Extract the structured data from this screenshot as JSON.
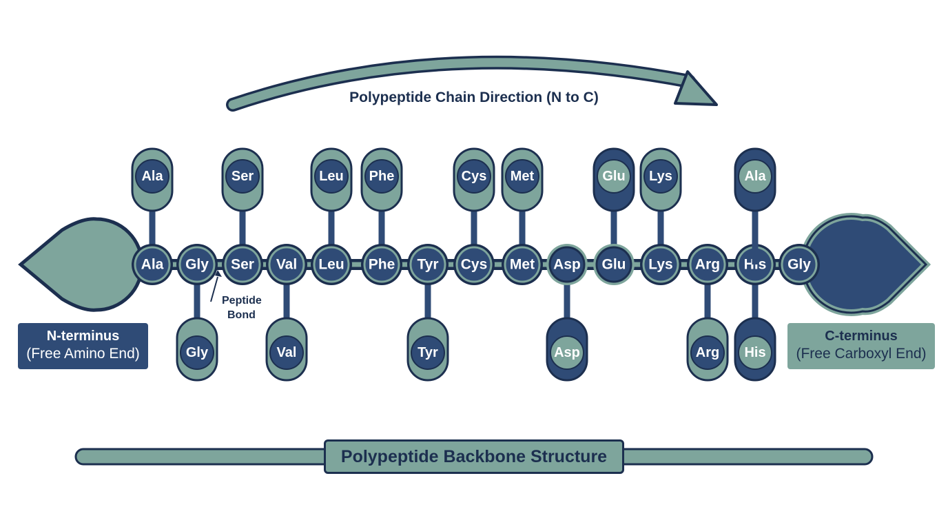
{
  "direction_label": "Polypeptide Chain Direction (N to C)",
  "backbone_title": "Polypeptide Backbone Structure",
  "n_terminus": {
    "title": "N-terminus",
    "subtitle": "(Free Amino End)"
  },
  "c_terminus": {
    "title": "C-terminus",
    "subtitle": "(Free Carboxyl End)"
  },
  "peptide_bond": {
    "line1": "Peptide",
    "line2": "Bond"
  },
  "colors": {
    "navy": "#2f4b76",
    "teal": "#7ea59c",
    "outline": "#1c2f4f",
    "text_light": "#ffffff"
  },
  "residues": [
    {
      "name": "Ala",
      "side": "up",
      "fill": "navy",
      "side_name": "Ala",
      "side_style": "teal-cap"
    },
    {
      "name": "Gly",
      "side": "down",
      "fill": "navy",
      "side_name": "Gly",
      "side_style": "teal-cap"
    },
    {
      "name": "Ser",
      "side": "up",
      "fill": "navy",
      "side_name": "Ser",
      "side_style": "teal-cap"
    },
    {
      "name": "Val",
      "side": "down",
      "fill": "navy",
      "side_name": "Val",
      "side_style": "teal-cap"
    },
    {
      "name": "Leu",
      "side": "up",
      "fill": "navy",
      "side_name": "Leu",
      "side_style": "teal-cap"
    },
    {
      "name": "Phe",
      "side": "up",
      "fill": "navy",
      "side_name": "Phe",
      "side_style": "teal-cap"
    },
    {
      "name": "Tyr",
      "side": "down",
      "fill": "navy",
      "side_name": "Tyr",
      "side_style": "teal-cap"
    },
    {
      "name": "Cys",
      "side": "up",
      "fill": "navy",
      "side_name": "Cys",
      "side_style": "teal-cap"
    },
    {
      "name": "Met",
      "side": "up",
      "fill": "navy",
      "side_name": "Met",
      "side_style": "teal-cap"
    },
    {
      "name": "Asp",
      "side": "down",
      "fill": "teal",
      "side_name": "Asp",
      "side_style": "navy-cap"
    },
    {
      "name": "Glu",
      "side": "up",
      "fill": "teal",
      "side_name": "Glu",
      "side_style": "navy-cap"
    },
    {
      "name": "Lys",
      "side": "up",
      "fill": "navy",
      "side_name": "Lys",
      "side_style": "teal-cap"
    },
    {
      "name": "Arg",
      "side": "down",
      "fill": "navy",
      "side_name": "Arg",
      "side_style": "teal-cap"
    },
    {
      "name": "His",
      "side": "down",
      "fill": "navy",
      "side_name": "His",
      "side_style": "navy-cap"
    },
    {
      "name": "Ala",
      "side": "up",
      "fill": "navy",
      "side_name": "Ala",
      "side_style": "navy-cap",
      "attached": "His"
    },
    {
      "name": "Gly",
      "side": "none",
      "fill": "navy"
    }
  ]
}
